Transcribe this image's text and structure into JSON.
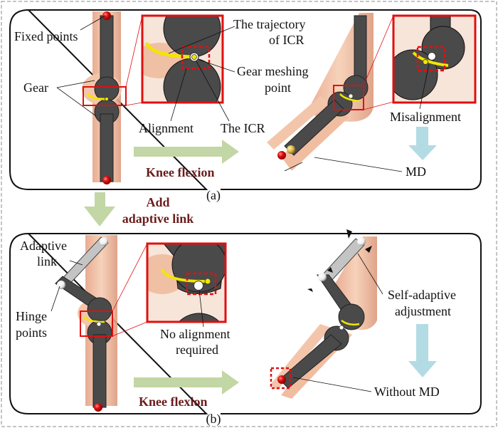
{
  "colors": {
    "gear": "#4a4a4a",
    "link_gray": "#c4c4c4",
    "bone": "#efb99b",
    "red_frame": "#e01010",
    "trajectory": "#f2e600",
    "green_arrow": "#c3d6a5",
    "blue_arrow": "#b3dbe4",
    "dark_red_text": "#6b1c1c"
  },
  "panel_a": {
    "caption": "(a)",
    "labels": {
      "fixed_points": "Fixed points",
      "gear": "Gear",
      "trajectory_line1": "The trajectory",
      "trajectory_line2": "of ICR",
      "meshing_line1": "Gear meshing",
      "meshing_line2": "point",
      "alignment": "Alignment",
      "icr": "The ICR",
      "misalignment": "Misalignment",
      "md": "MD"
    },
    "flexion_label": "Knee flexion"
  },
  "transition": {
    "line1": "Add",
    "line2": "adaptive link"
  },
  "panel_b": {
    "caption": "(b)",
    "labels": {
      "adaptive_line1": "Adaptive",
      "adaptive_line2": "link",
      "hinge_line1": "Hinge",
      "hinge_line2": "points",
      "no_align_line1": "No alignment",
      "no_align_line2": "required",
      "self_line1": "Self-adaptive",
      "self_line2": "adjustment",
      "without_md": "Without MD"
    },
    "flexion_label": "Knee flexion"
  }
}
